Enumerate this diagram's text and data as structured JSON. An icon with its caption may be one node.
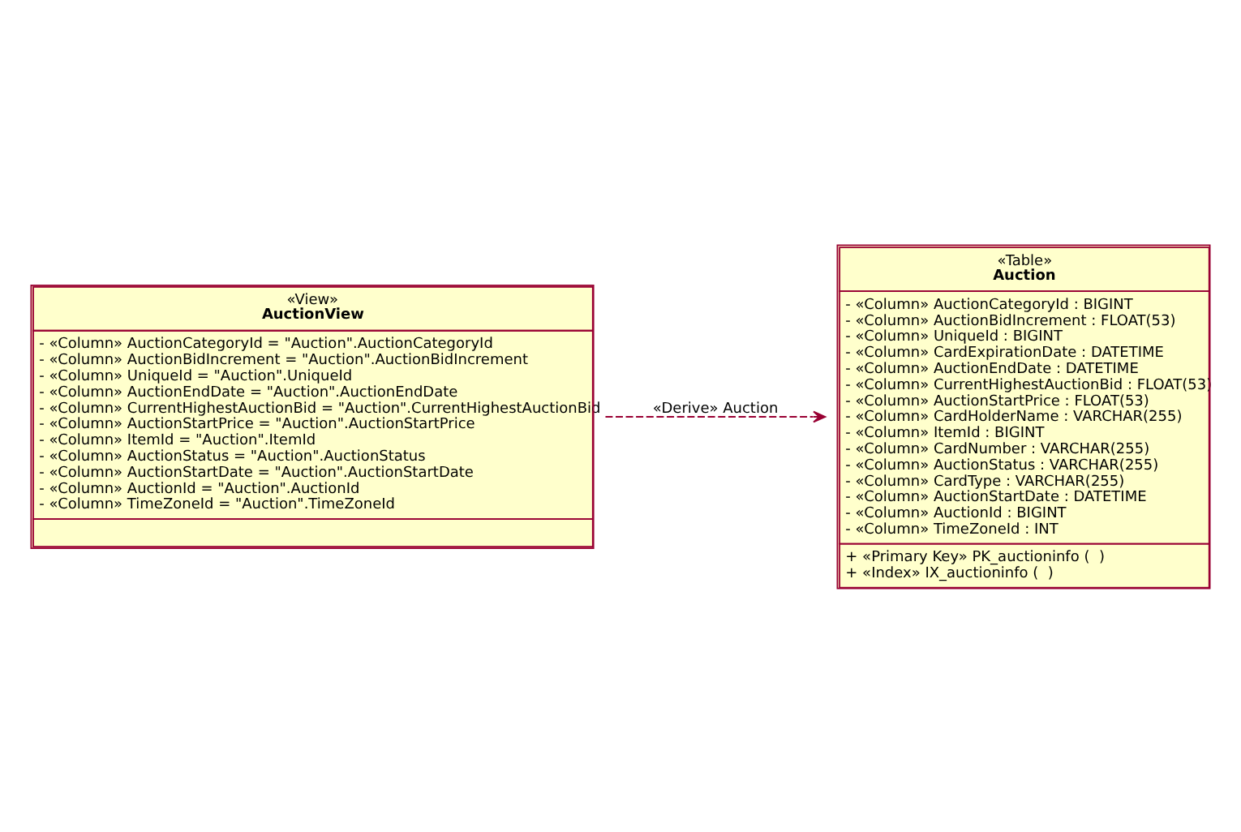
{
  "diagram": {
    "nodes": [
      {
        "text": [
          "«View»",
          "AuctionView",
          "- «Column» AuctionCategoryId = \"Auction\".AuctionCategoryId",
          "- «Column» AuctionBidIncrement = \"Auction\".AuctionBidIncrement",
          "- «Column» UniqueId = \"Auction\".UniqueId",
          "- «Column» AuctionEndDate = \"Auction\".AuctionEndDate",
          "- «Column» CurrentHighestAuctionBid = \"Auction\".CurrentHighestAuctionBid",
          "- «Column» AuctionStartPrice = \"Auction\".AuctionStartPrice",
          "- «Column» ItemId = \"Auction\".ItemId",
          "- «Column» AuctionStatus = \"Auction\".AuctionStatus",
          "- «Column» AuctionStartDate = \"Auction\".AuctionStartDate",
          "- «Column» AuctionId = \"Auction\".AuctionId",
          "- «Column» TimeZoneId = \"Auction\".TimeZoneId"
        ]
      },
      {
        "text": [
          "«Table»",
          "Auction",
          "- «Column» AuctionCategoryId : BIGINT",
          "- «Column» AuctionBidIncrement : FLOAT(53)",
          "- «Column» UniqueId : BIGINT",
          "- «Column» CardExpirationDate : DATETIME",
          "- «Column» AuctionEndDate : DATETIME",
          "- «Column» CurrentHighestAuctionBid : FLOAT(53)",
          "- «Column» AuctionStartPrice : FLOAT(53)",
          "- «Column» CardHolderName : VARCHAR(255)",
          "- «Column» ItemId : BIGINT",
          "- «Column» CardNumber : VARCHAR(255)",
          "- «Column» AuctionStatus : VARCHAR(255)",
          "- «Column» CardType : VARCHAR(255)",
          "- «Column» AuctionStartDate : DATETIME",
          "- «Column» AuctionId : BIGINT",
          "- «Column» TimeZoneId : INT",
          "+ «Primary Key» PK_auctioninfo (  )",
          "+ «Index» IX_auctioninfo (  )"
        ]
      }
    ],
    "edges": [
      {
        "from": 0,
        "to": 1,
        "arrow": "to",
        "style": "dashed",
        "label": "«Derive» Auction"
      }
    ]
  }
}
